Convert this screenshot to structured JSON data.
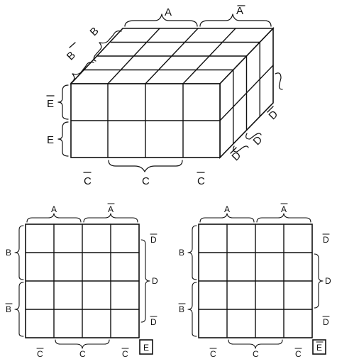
{
  "cube": {
    "top_front": "A",
    "top_back": "A",
    "left_back": "B",
    "left_front": "B",
    "front_top_row": "E",
    "front_bottom_row": "E",
    "bottom_left": "C",
    "bottom_mid": "C",
    "bottom_right": "C",
    "side_top": "D",
    "side_mid": "D",
    "side_bottom": "D"
  },
  "map_left": {
    "top_a": "A",
    "top_abar": "A",
    "left_b": "B",
    "left_bbar": "B",
    "right_d_top": "D",
    "right_d_mid": "D",
    "right_d_bot": "D",
    "bottom_c_left": "C",
    "bottom_c_mid": "C",
    "bottom_c_right": "C",
    "corner_label": "E"
  },
  "map_right": {
    "top_a": "A",
    "top_abar": "A",
    "left_b": "B",
    "left_bbar": "B",
    "right_d_top": "D",
    "right_d_mid": "D",
    "right_d_bot": "D",
    "bottom_c_left": "C",
    "bottom_c_mid": "C",
    "bottom_c_right": "C",
    "corner_label": "E"
  }
}
